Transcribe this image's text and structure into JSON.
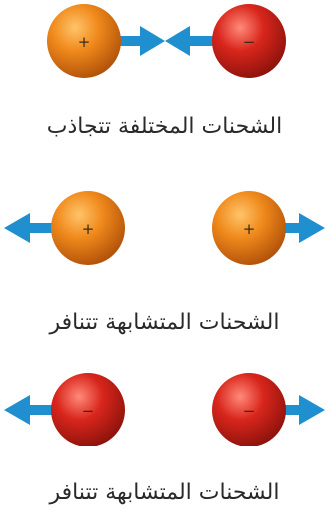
{
  "colors": {
    "positive_charge": "#f08a1c",
    "negative_charge": "#d9261c",
    "arrow": "#1f8fd0",
    "text": "#2a2a2a"
  },
  "panels": [
    {
      "caption": "الشحنات المختلفة تتجاذب",
      "left_sign": "+",
      "right_sign": "−",
      "left_charge": "positive",
      "right_charge": "negative",
      "force": "attract"
    },
    {
      "caption": "الشحنات المتشابهة تتنافر",
      "left_sign": "+",
      "right_sign": "+",
      "left_charge": "positive",
      "right_charge": "positive",
      "force": "repel"
    },
    {
      "caption": "الشحنات المتشابهة تتنافر",
      "left_sign": "−",
      "right_sign": "−",
      "left_charge": "negative",
      "right_charge": "negative",
      "force": "repel"
    }
  ]
}
